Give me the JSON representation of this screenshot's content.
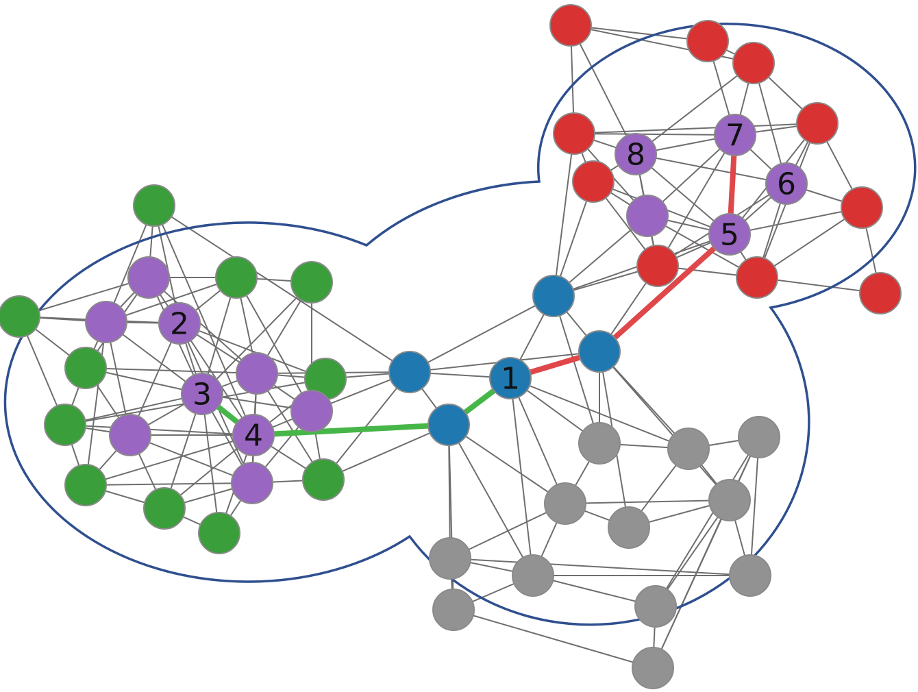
{
  "diagram": {
    "type": "network-graph",
    "colors": {
      "green": "#3a9e3a",
      "purple": "#9966c2",
      "red": "#d83232",
      "blue": "#2078b0",
      "gray": "#929292",
      "region_outline": "#2f4f8f",
      "path_red": "#e0474a",
      "path_green": "#46b648",
      "edge": "#6e6e6e"
    },
    "labels": {
      "n1": "1",
      "n2": "2",
      "n3": "3",
      "n4": "4",
      "n5": "5",
      "n6": "6",
      "n7": "7",
      "n8": "8"
    },
    "highlighted_paths": [
      {
        "color": "red",
        "nodes": [
          "1",
          "b3",
          "5",
          "7"
        ]
      },
      {
        "color": "green",
        "nodes": [
          "1",
          "b4",
          "4",
          "3"
        ]
      }
    ]
  }
}
